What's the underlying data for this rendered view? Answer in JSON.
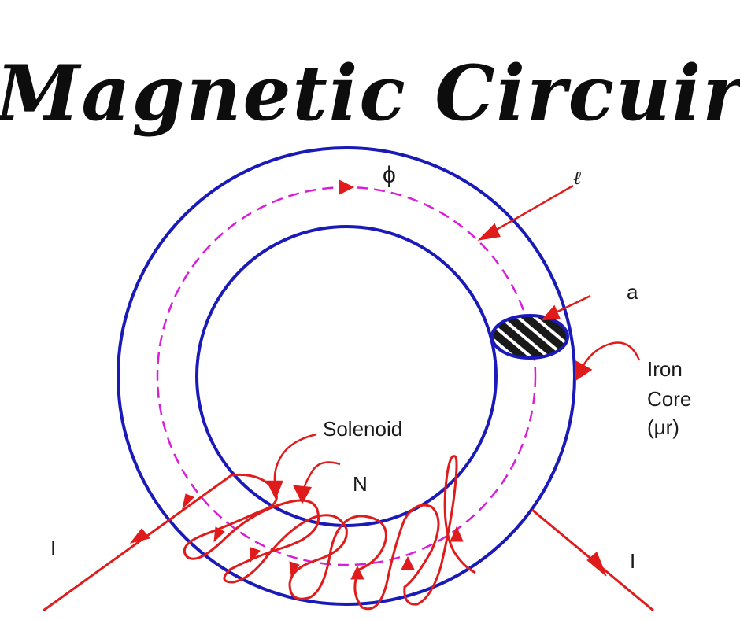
{
  "title": "Magnetic Circuir",
  "labels": {
    "flux": "ϕ",
    "length": "ℓ",
    "area": "a",
    "core_line1": "Iron",
    "core_line2": "Core",
    "core_line3": "(μr)",
    "solenoid": "Solenoid",
    "turns": "N",
    "current_in": "I",
    "current_out": "I"
  },
  "colors": {
    "toroid": "#1a1ab8",
    "flux_path": "#d81ed8",
    "wire": "#e01b1b",
    "hatch": "#1a1a1a",
    "text": "#1a1a1a"
  }
}
